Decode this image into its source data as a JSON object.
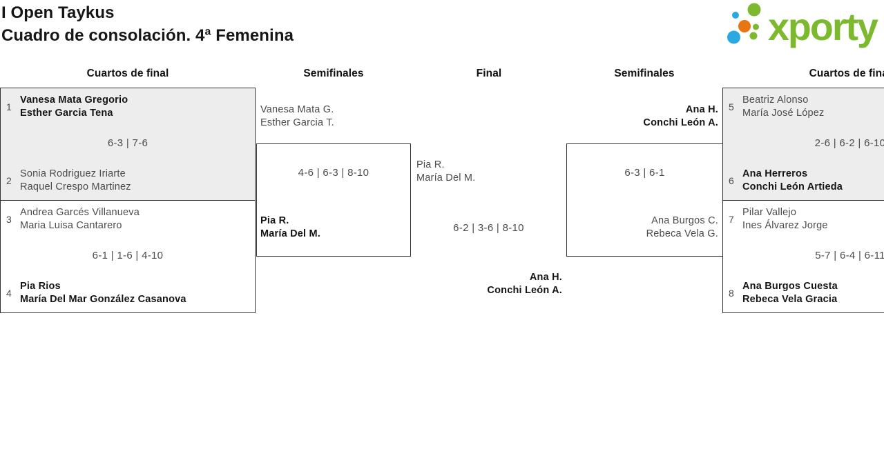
{
  "header": {
    "title_line1": "I Open Taykus",
    "title_line2": "Cuadro de consolación. 4ª Femenina"
  },
  "logo": {
    "text": "xporty",
    "colors": {
      "green": "#7cb92e",
      "blue": "#29a9e0",
      "orange": "#e87511"
    }
  },
  "round_headers": [
    "Cuartos de final",
    "Semifinales",
    "Final",
    "Semifinales",
    "Cuartos de final"
  ],
  "matches": {
    "qf1": {
      "seed_top": "1",
      "team_top": [
        "Vanesa Mata Gregorio",
        "Esther Garcia Tena"
      ],
      "score": "6-3 | 7-6",
      "seed_bottom": "2",
      "team_bottom": [
        "Sonia Rodriguez Iriarte",
        "Raquel Crespo Martinez"
      ]
    },
    "qf2": {
      "seed_top": "3",
      "team_top": [
        "Andrea Garcés Villanueva",
        "Maria Luisa Cantarero"
      ],
      "score": "6-1 | 1-6 | 4-10",
      "seed_bottom": "4",
      "team_bottom": [
        "Pia Rios",
        "María Del Mar González Casanova"
      ]
    },
    "sf1": {
      "team_top": [
        "Vanesa Mata G.",
        "Esther Garcia T."
      ],
      "score": "4-6 | 6-3 | 8-10",
      "team_bottom": [
        "Pia R.",
        "María Del M."
      ]
    },
    "final": {
      "team_left": [
        "Pia R.",
        "María Del M."
      ],
      "score": "6-2 | 3-6 | 8-10",
      "team_right": [
        "Ana H.",
        "Conchi León A."
      ]
    },
    "sf2": {
      "team_top": [
        "Ana H.",
        "Conchi León A."
      ],
      "score": "6-3 | 6-1",
      "team_bottom": [
        "Ana Burgos C.",
        "Rebeca Vela G."
      ]
    },
    "qf3": {
      "seed_top": "5",
      "team_top": [
        "Beatriz Alonso",
        "María José López"
      ],
      "score": "2-6 | 6-2 | 6-10",
      "seed_bottom": "6",
      "team_bottom": [
        "Ana Herreros",
        "Conchi León Artieda"
      ]
    },
    "qf4": {
      "seed_top": "7",
      "team_top": [
        "Pilar Vallejo",
        "Ines Álvarez Jorge"
      ],
      "score": "5-7 | 6-4 | 6-11",
      "seed_bottom": "8",
      "team_bottom": [
        "Ana Burgos Cuesta",
        "Rebeca Vela Gracia"
      ]
    }
  }
}
